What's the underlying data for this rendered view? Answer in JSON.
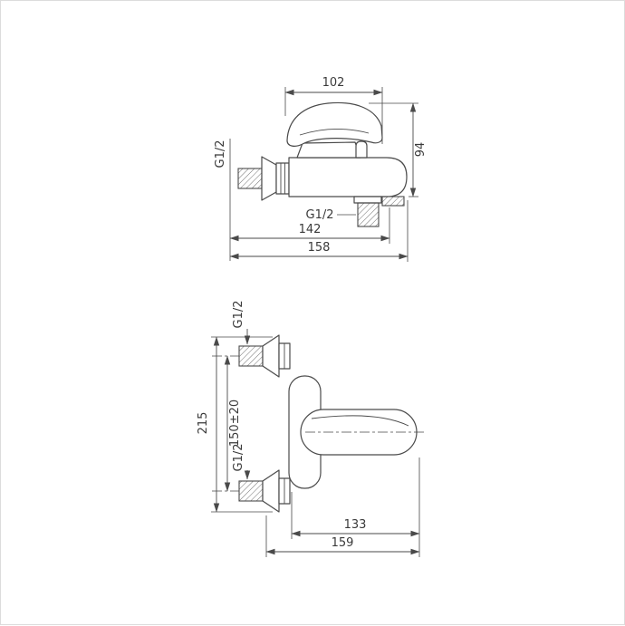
{
  "page": {
    "background_color": "#ffffff",
    "border_color": "#dcdcdc",
    "line_color": "#4a4a4a",
    "text_color": "#3a3a3a"
  },
  "drawing": {
    "views": {
      "side": {
        "dims": {
          "width_top": "102",
          "height_right": "94",
          "wall_thread": "G1/2",
          "shower_thread": "G1/2",
          "length_inner": "142",
          "length_overall": "158"
        }
      },
      "front": {
        "dims": {
          "inlet_top_thread": "G1/2",
          "inlet_bottom_thread": "G1/2",
          "height_overall": "215",
          "inlet_spacing": "150±20",
          "width_inner": "133",
          "width_overall": "159"
        }
      }
    }
  }
}
